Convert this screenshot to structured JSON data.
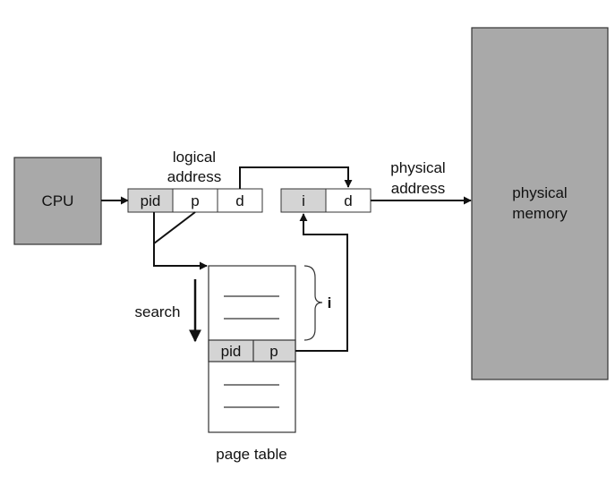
{
  "diagram": {
    "cpu_label": "CPU",
    "logical_address": {
      "label_line1": "logical",
      "label_line2": "address",
      "fields": [
        "pid",
        "p",
        "d"
      ]
    },
    "physical_address": {
      "label_line1": "physical",
      "label_line2": "address",
      "fields": [
        "i",
        "d"
      ]
    },
    "physical_memory": {
      "label_line1": "physical",
      "label_line2": "memory"
    },
    "page_table": {
      "label": "page table",
      "entry_fields": [
        "pid",
        "p"
      ],
      "index_label": "i"
    },
    "search_label": "search",
    "colors": {
      "shaded": "#a9a9a9",
      "light_shaded": "#d4d4d4",
      "stroke": "#111111",
      "background": "#ffffff"
    }
  }
}
